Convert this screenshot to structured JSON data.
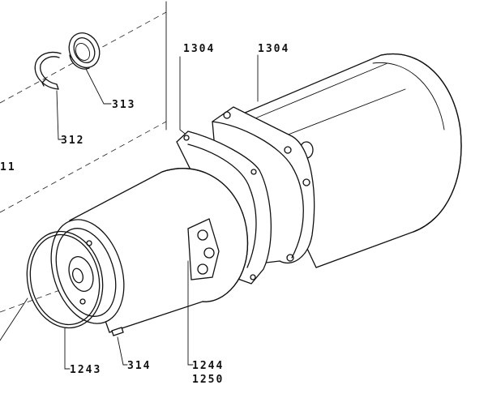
{
  "labels": {
    "p1304a": "1304",
    "p1304b": "1304",
    "p313": "313",
    "p312": "312",
    "p11": "11",
    "p1243": "1243",
    "p314": "314",
    "p1244": "1244",
    "p1250": "1250"
  }
}
